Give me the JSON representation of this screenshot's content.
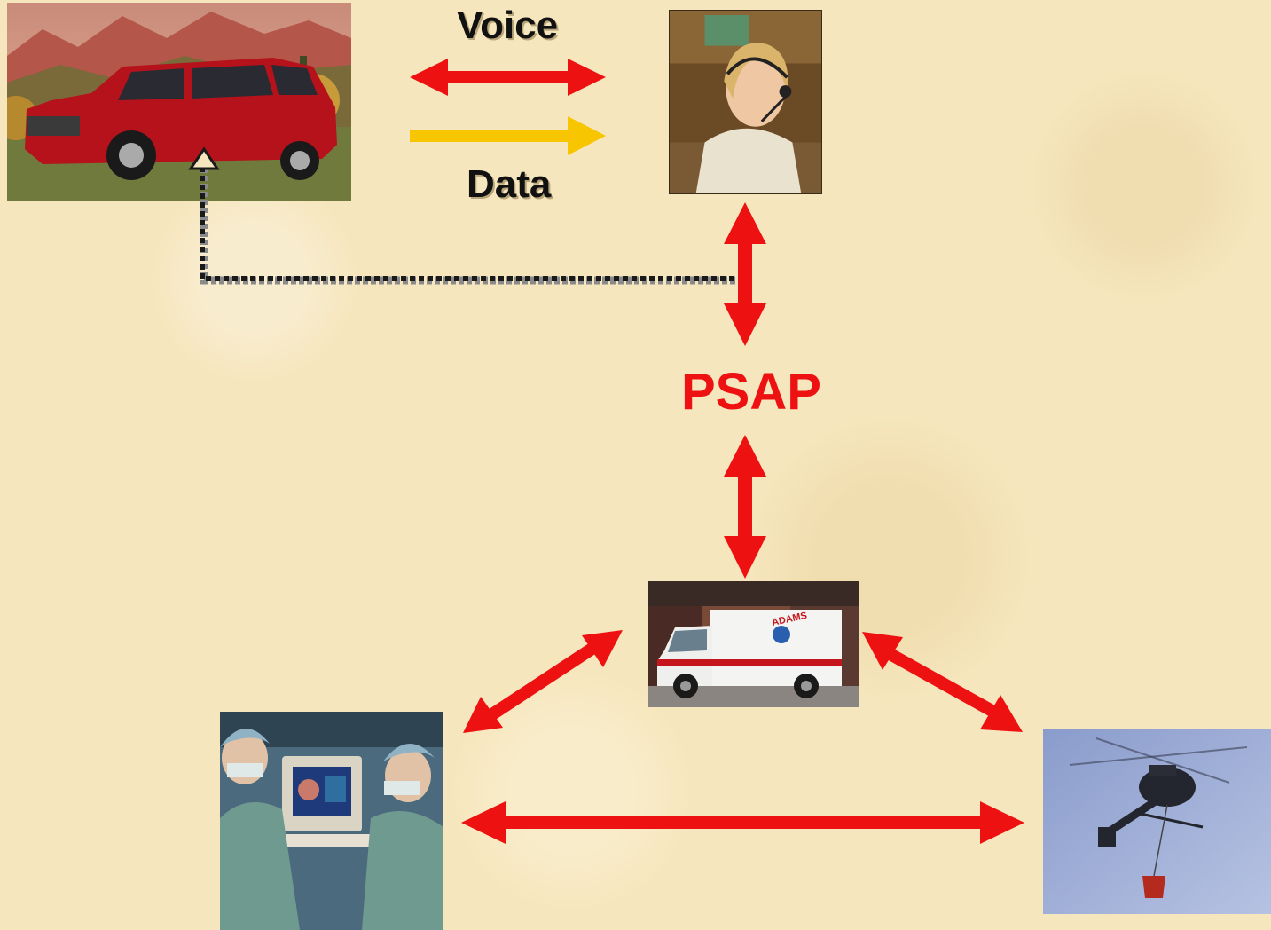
{
  "labels": {
    "voice": "Voice",
    "data": "Data",
    "psap": "PSAP"
  },
  "photos": {
    "vehicle": "red-suv-photo",
    "call_taker": "call-taker-headset-photo",
    "ambulance": "ambulance-photo",
    "hospital": "surgeons-at-computer-photo",
    "helicopter": "helicopter-photo"
  },
  "ambulance_text": "ADAMS",
  "colors": {
    "voice_arrow": "#ee1111",
    "data_arrow": "#f7c600",
    "link_arrow": "#ee1111",
    "callback_line": "#2a2a2a",
    "background": "#f6e6bd"
  }
}
